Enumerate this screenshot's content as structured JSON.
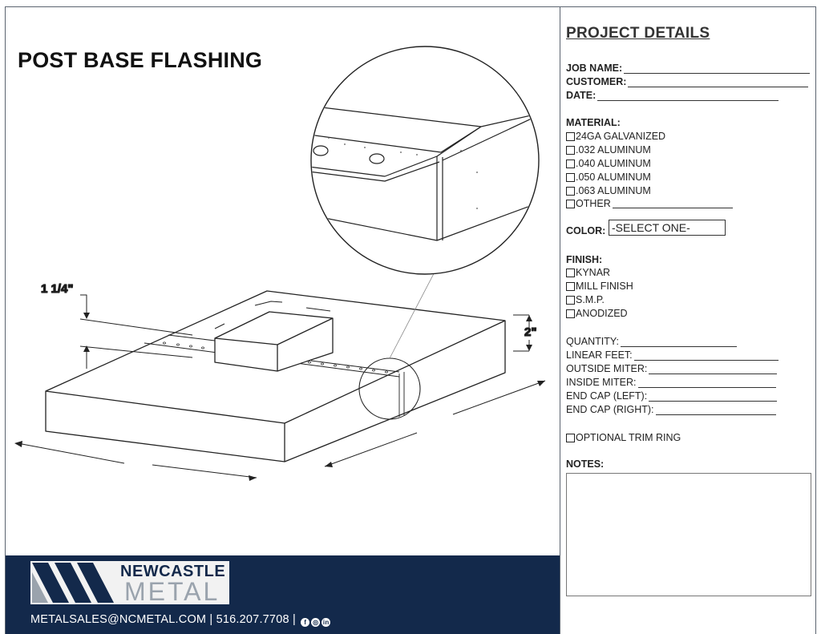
{
  "title": "POST BASE FLASHING",
  "dimensions": {
    "flange": "1 1/4\"",
    "height": "2\""
  },
  "footer": {
    "brand_top": "NEWCASTLE",
    "brand_bottom": "METAL",
    "contact": "METALSALES@NCMETAL.COM | 516.207.7708 |"
  },
  "panel": {
    "title": "PROJECT DETAILS",
    "job_name": "JOB NAME:",
    "customer": "CUSTOMER:",
    "date": "DATE:",
    "material_label": "MATERIAL:",
    "materials": [
      "24GA GALVANIZED",
      ".032 ALUMINUM",
      ".040 ALUMINUM",
      ".050 ALUMINUM",
      ".063 ALUMINUM",
      "OTHER"
    ],
    "color_label": "COLOR:",
    "color_value": "-SELECT ONE-",
    "finish_label": "FINISH:",
    "finishes": [
      "KYNAR",
      "MILL FINISH",
      "S.M.P.",
      "ANODIZED"
    ],
    "quantity": "QUANTITY:",
    "linear_feet": "LINEAR FEET:",
    "outside_miter": "OUTSIDE MITER:",
    "inside_miter": "INSIDE MITER:",
    "end_cap_left": "END CAP (LEFT):",
    "end_cap_right": "END CAP (RIGHT):",
    "optional": "OPTIONAL TRIM RING",
    "notes_label": "NOTES:"
  },
  "icons": [
    "facebook-icon",
    "instagram-icon",
    "linkedin-icon",
    "checkbox-icon"
  ],
  "colors": {
    "navy": "#13294b",
    "gray": "#9aa3ad",
    "border": "#5b6470"
  }
}
